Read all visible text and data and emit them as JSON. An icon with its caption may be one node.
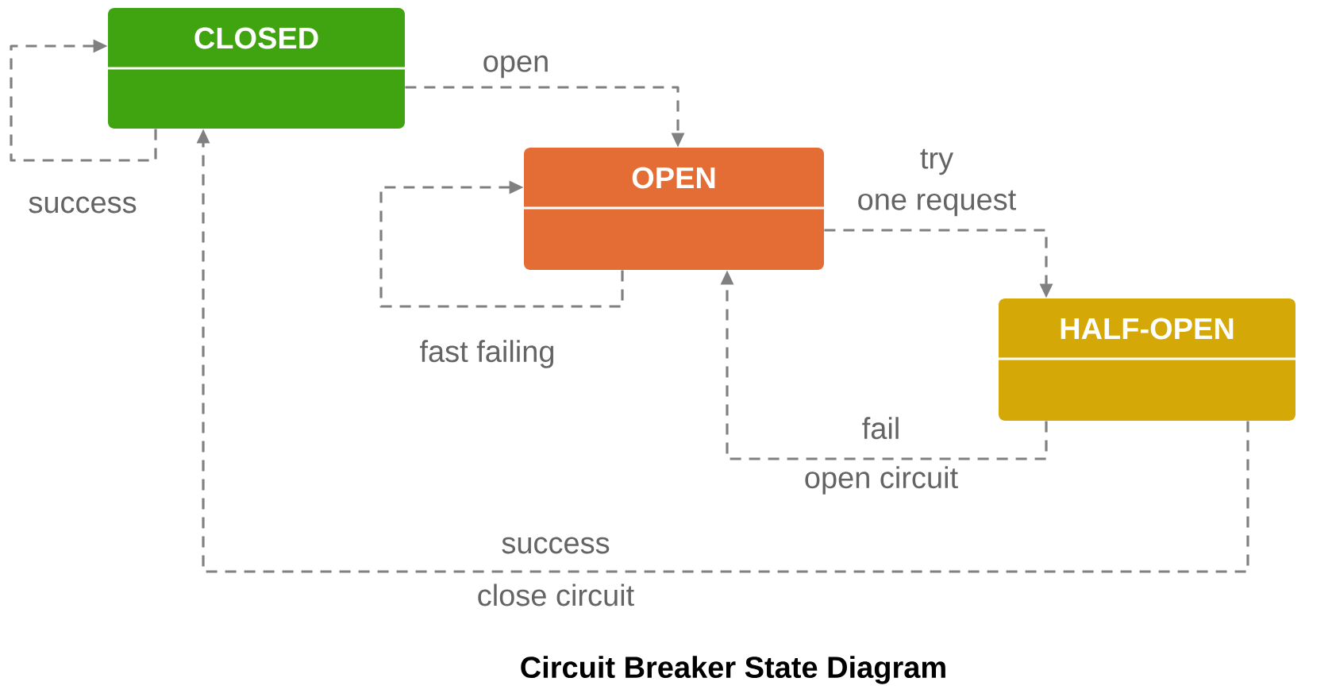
{
  "diagram": {
    "title": "Circuit Breaker State Diagram",
    "nodes": [
      {
        "text": [
          "CLOSED"
        ]
      },
      {
        "text": [
          "OPEN"
        ]
      },
      {
        "text": [
          "HALF-OPEN"
        ]
      }
    ],
    "edges": [
      {
        "from": 0,
        "to": 0,
        "arrow": "to",
        "label": "success",
        "style": "dashed"
      },
      {
        "from": 0,
        "to": 1,
        "arrow": "to",
        "label": "open",
        "style": "dashed"
      },
      {
        "from": 1,
        "to": 1,
        "arrow": "to",
        "label": "fast failing",
        "style": "dashed"
      },
      {
        "from": 1,
        "to": 2,
        "arrow": "to",
        "label": "try one request",
        "style": "dashed"
      },
      {
        "from": 2,
        "to": 1,
        "arrow": "to",
        "label": "fail open circuit",
        "style": "dashed"
      },
      {
        "from": 2,
        "to": 0,
        "arrow": "to",
        "label": "success close circuit",
        "style": "dashed"
      }
    ]
  }
}
